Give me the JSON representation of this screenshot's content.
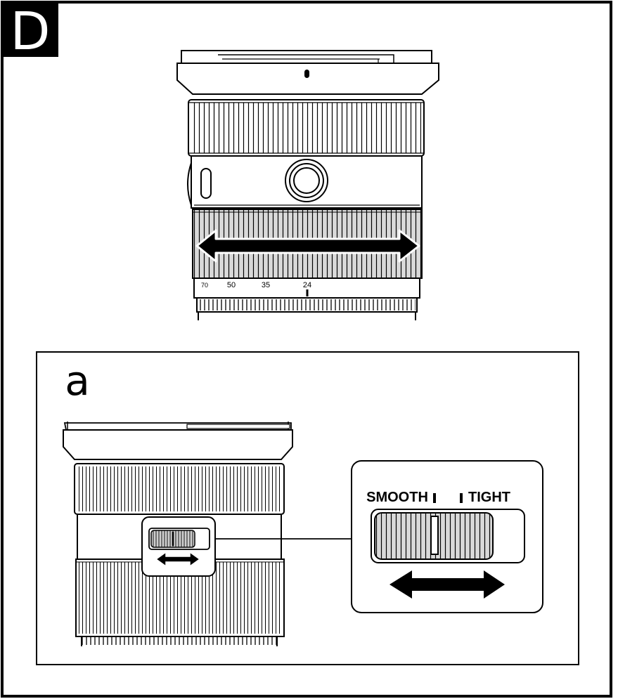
{
  "figure": {
    "panel_letter": "D",
    "inset_letter": "a",
    "focal_marks": [
      "70",
      "50",
      "35",
      "24"
    ],
    "switch_labels": {
      "smooth": "SMOOTH",
      "tight": "TIGHT"
    }
  },
  "colors": {
    "line": "#000000",
    "ring_fill": "#d9d9d9",
    "paper": "#ffffff"
  },
  "icons": [
    "double-arrow-icon",
    "zoom-torque-switch-icon"
  ]
}
